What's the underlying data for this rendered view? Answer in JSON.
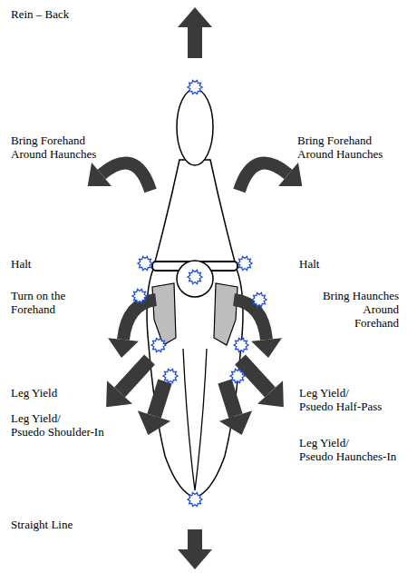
{
  "diagram": {
    "labels": [
      "Rein – Back",
      "Bring Forehand Around Haunches",
      "Bring Forehand Around Haunches",
      "Halt",
      "Halt",
      "Turn on the Forehand",
      "Bring Haunches Around Forehand",
      "Leg Yield",
      "Leg Yield/ Psuedo Half-Pass",
      "Leg Yield/ Psuedo Shoulder-In",
      "Leg Yield/ Pseudo Haunches-In",
      "Straight Line"
    ]
  }
}
